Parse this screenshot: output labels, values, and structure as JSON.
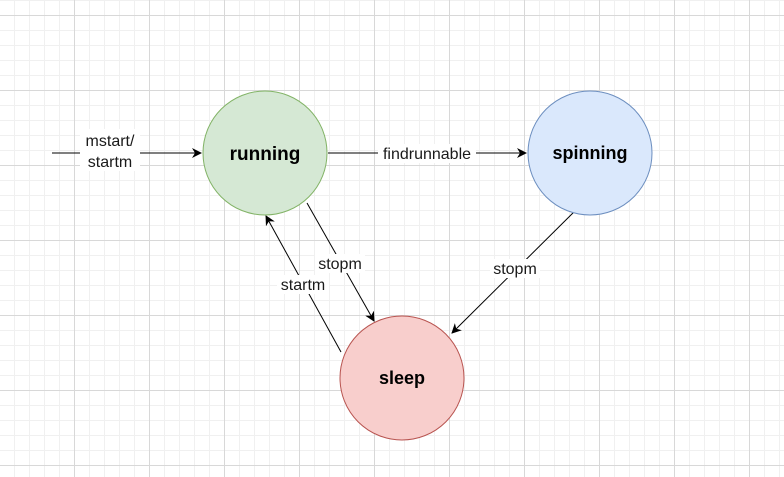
{
  "nodes": {
    "running": {
      "label": "running",
      "fill": "#d5e8d4",
      "stroke": "#82b366"
    },
    "spinning": {
      "label": "spinning",
      "fill": "#dae8fc",
      "stroke": "#6c8ebf"
    },
    "sleep": {
      "label": "sleep",
      "fill": "#f8cecc",
      "stroke": "#b85450"
    }
  },
  "edges": {
    "entry_line1": "mstart/",
    "entry_line2": "startm",
    "running_to_spinning": "findrunnable",
    "running_to_sleep": "stopm",
    "sleep_to_running": "startm",
    "spinning_to_sleep": "stopm"
  }
}
